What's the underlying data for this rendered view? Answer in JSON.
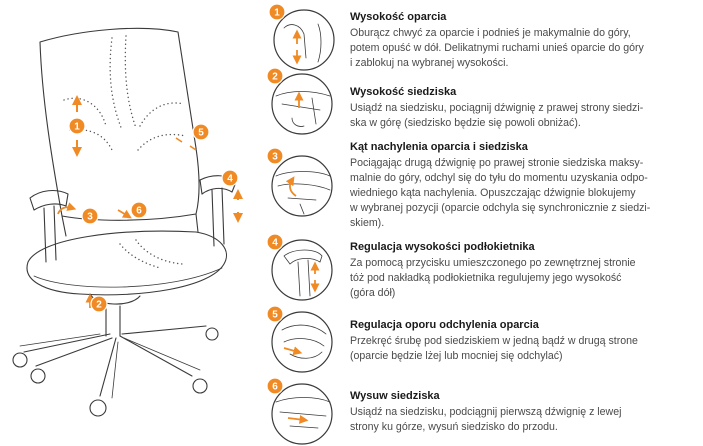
{
  "accent_color": "#f08a24",
  "chair_markers": [
    {
      "label": "1"
    },
    {
      "label": "2"
    },
    {
      "label": "3"
    },
    {
      "label": "4"
    },
    {
      "label": "5"
    },
    {
      "label": "6"
    }
  ],
  "steps": [
    {
      "number": "1",
      "title": "Wysokość oparcia",
      "lines": [
        "Oburącz chwyć za oparcie i podnieś je makymalnie do góry,",
        "potem opuść w dół. Delikatnymi ruchami unieś oparcie do góry",
        "i zablokuj na wybranej wysokości."
      ]
    },
    {
      "number": "2",
      "title": "Wysokość siedziska",
      "lines": [
        "Usiądź na siedzisku, pociągnij dźwignię z prawej strony siedzi-",
        "ska w górę (siedzisko będzie się powoli obniżać)."
      ]
    },
    {
      "number": "3",
      "title": "Kąt nachylenia oparcia i siedziska",
      "lines": [
        "Pociągając drugą dźwignię po prawej stronie siedziska maksy-",
        "malnie do góry, odchyl się do tyłu do momentu uzyskania odpo-",
        "wiedniego kąta nachylenia. Opuszczając dźwignie blokujemy",
        "w wybranej pozycji (oparcie odchyla się synchronicznie z siedzi-",
        "skiem)."
      ]
    },
    {
      "number": "4",
      "title": "Regulacja wysokości podłokietnika",
      "lines": [
        "Za pomocą przycisku umieszczonego po zewnętrznej stronie",
        "tóż pod nakładką podłokietnika regulujemy jego wysokość",
        "(góra dół)"
      ]
    },
    {
      "number": "5",
      "title": "Regulacja oporu odchylenia oparcia",
      "lines": [
        "Przekręć śrubę pod siedziskiem w jedną bądź w drugą strone",
        "(oparcie będzie lżej lub mocniej się odchylać)"
      ]
    },
    {
      "number": "6",
      "title": "Wysuw siedziska",
      "lines": [
        "Usiądź na siedzisku, podciągnij pierwszą dźwignię z lewej",
        "strony ku górze, wysuń siedzisko do przodu."
      ]
    }
  ]
}
